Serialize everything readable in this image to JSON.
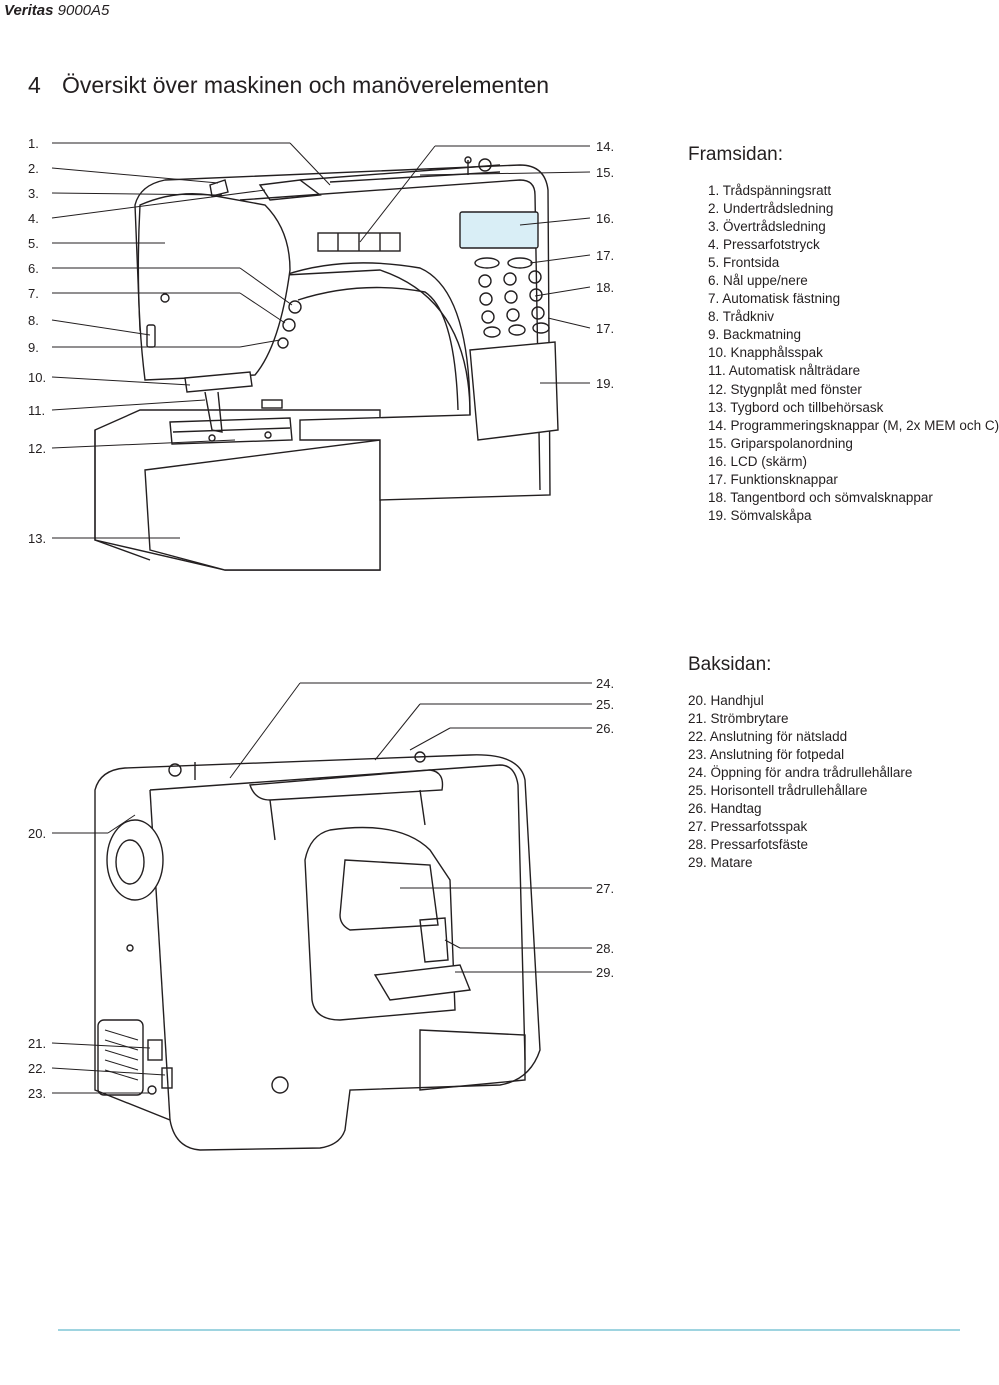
{
  "header": {
    "brand": "Veritas",
    "model": "9000A5"
  },
  "section": {
    "number": "4",
    "title": "Översikt över maskinen och manöverelementen"
  },
  "front": {
    "title": "Framsidan:",
    "items": [
      "1. Trådspänningsratt",
      "2. Undertrådsledning",
      "3. Övertrådsledning",
      "4. Pressarfotstryck",
      "5. Frontsida",
      "6. Nål uppe/nere",
      "7. Automatisk fästning",
      "8. Trådkniv",
      "9. Backmatning",
      "10. Knapphålsspak",
      "11. Automatisk nålträdare",
      "12. Stygnplåt med fönster",
      "13. Tygbord och tillbehörsask",
      "14. Programmeringsknappar (M, 2x MEM och C)",
      "15. Griparspolanordning",
      "16. LCD (skärm)",
      "17. Funktionsknappar",
      "18. Tangentbord och sömvalsknappar",
      "19. Sömvalskåpa"
    ],
    "callouts_left": [
      "1.",
      "2.",
      "3.",
      "4.",
      "5.",
      "6.",
      "7.",
      "8.",
      "9.",
      "10.",
      "11.",
      "12.",
      "13."
    ],
    "callouts_right": [
      "14.",
      "15.",
      "16.",
      "17.",
      "18.",
      "17.",
      "19."
    ]
  },
  "back": {
    "title": "Baksidan:",
    "items": [
      "20. Handhjul",
      "21. Strömbrytare",
      "22. Anslutning för nätsladd",
      "23. Anslutning för fotpedal",
      "24. Öppning för andra trådrullehållare",
      "25. Horisontell trådrullehållare",
      "26. Handtag",
      "27. Pressarfotsspak",
      "28. Pressarfotsfäste",
      "29. Matare"
    ],
    "callouts_left": [
      "20.",
      "21.",
      "22.",
      "23."
    ],
    "callouts_right": [
      "24.",
      "25.",
      "26.",
      "27.",
      "28.",
      "29."
    ]
  },
  "colors": {
    "text": "#231f20",
    "lcd": "#d9eef6",
    "rule": "#7fc6d6"
  }
}
